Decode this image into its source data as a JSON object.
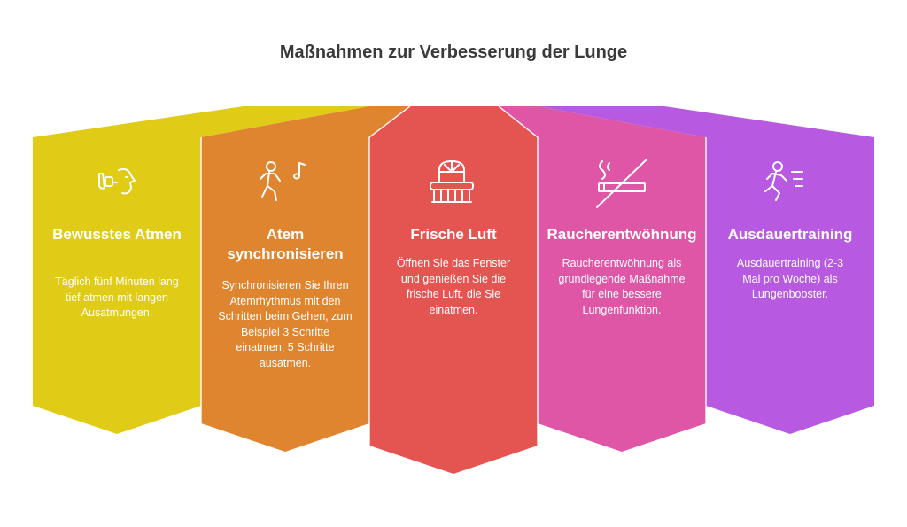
{
  "title": "Maßnahmen zur Verbesserung der Lunge",
  "colors": {
    "yellow": "#E0CB17",
    "orange": "#E0852F",
    "red": "#E45551",
    "pink": "#DE56A5",
    "purple": "#B75AE1"
  },
  "panels": [
    {
      "icon": "lung-breathing-icon",
      "heading": "Bewusstes Atmen",
      "description": "Täglich fünf Minuten lang tief atmen mit langen Ausatmungen."
    },
    {
      "icon": "walking-music-icon",
      "heading": "Atem synchronisieren",
      "description": "Synchronisieren Sie Ihren Atemrhythmus mit den Schritten beim Gehen, zum Beispiel 3 Schritte einatmen, 5 Schritte ausatmen."
    },
    {
      "icon": "window-balcony-icon",
      "heading": "Frische Luft",
      "description": "Öffnen Sie das Fenster und genießen Sie die frische Luft, die Sie einatmen."
    },
    {
      "icon": "no-smoking-icon",
      "heading": "Raucherentwöhnung",
      "description": "Raucherentwöhnung als grundlegende Maßnahme für eine bessere Lungenfunktion."
    },
    {
      "icon": "running-person-icon",
      "heading": "Ausdauertraining",
      "description": "Ausdauertraining (2-3 Mal pro Woche) als Lungenbooster."
    }
  ]
}
